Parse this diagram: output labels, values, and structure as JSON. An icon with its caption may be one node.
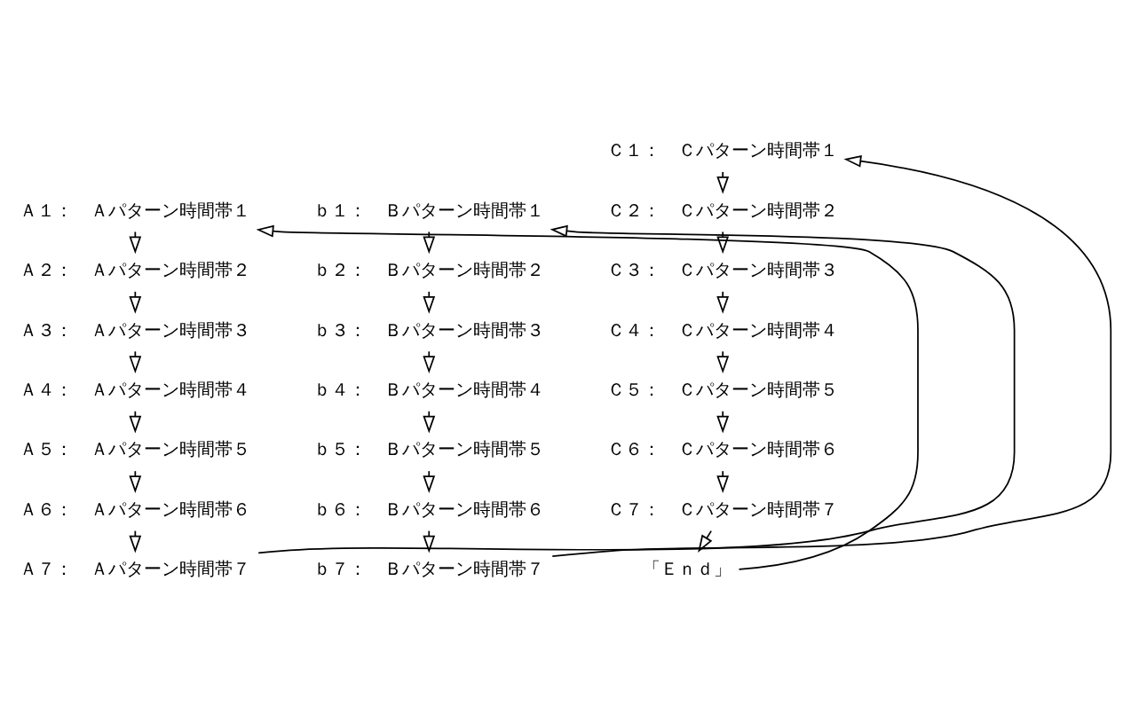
{
  "diagram": {
    "nodes": [
      {
        "text": [
          "Ａ１：　Ａパターン時間帯１"
        ]
      },
      {
        "text": [
          "Ａ２：　Ａパターン時間帯２"
        ]
      },
      {
        "text": [
          "Ａ３：　Ａパターン時間帯３"
        ]
      },
      {
        "text": [
          "Ａ４：　Ａパターン時間帯４"
        ]
      },
      {
        "text": [
          "Ａ５：　Ａパターン時間帯５"
        ]
      },
      {
        "text": [
          "Ａ６：　Ａパターン時間帯６"
        ]
      },
      {
        "text": [
          "Ａ７：　Ａパターン時間帯７"
        ]
      },
      {
        "text": [
          "ｂ１：　Ｂパターン時間帯１"
        ]
      },
      {
        "text": [
          "ｂ２：　Ｂパターン時間帯２"
        ]
      },
      {
        "text": [
          "ｂ３：　Ｂパターン時間帯３"
        ]
      },
      {
        "text": [
          "ｂ４：　Ｂパターン時間帯４"
        ]
      },
      {
        "text": [
          "ｂ５：　Ｂパターン時間帯５"
        ]
      },
      {
        "text": [
          "ｂ６：　Ｂパターン時間帯６"
        ]
      },
      {
        "text": [
          "ｂ７：　Ｂパターン時間帯７"
        ]
      },
      {
        "text": [
          "Ｃ１：　Ｃパターン時間帯１"
        ]
      },
      {
        "text": [
          "Ｃ２：　Ｃパターン時間帯２"
        ]
      },
      {
        "text": [
          "Ｃ３：　Ｃパターン時間帯３"
        ]
      },
      {
        "text": [
          "Ｃ４：　Ｃパターン時間帯４"
        ]
      },
      {
        "text": [
          "Ｃ５：　Ｃパターン時間帯５"
        ]
      },
      {
        "text": [
          "Ｃ６：　Ｃパターン時間帯６"
        ]
      },
      {
        "text": [
          "Ｃ７：　Ｃパターン時間帯７"
        ]
      },
      {
        "text": [
          "「Ｅｎｄ」"
        ]
      }
    ],
    "edges": [
      {
        "from": 0,
        "to": 1,
        "arrow": "to"
      },
      {
        "from": 1,
        "to": 2,
        "arrow": "to"
      },
      {
        "from": 2,
        "to": 3,
        "arrow": "to"
      },
      {
        "from": 3,
        "to": 4,
        "arrow": "to"
      },
      {
        "from": 4,
        "to": 5,
        "arrow": "to"
      },
      {
        "from": 5,
        "to": 6,
        "arrow": "to"
      },
      {
        "from": 6,
        "to": 7,
        "arrow": "to"
      },
      {
        "from": 7,
        "to": 8,
        "arrow": "to"
      },
      {
        "from": 8,
        "to": 9,
        "arrow": "to"
      },
      {
        "from": 9,
        "to": 10,
        "arrow": "to"
      },
      {
        "from": 10,
        "to": 11,
        "arrow": "to"
      },
      {
        "from": 11,
        "to": 12,
        "arrow": "to"
      },
      {
        "from": 12,
        "to": 13,
        "arrow": "to"
      },
      {
        "from": 13,
        "to": 14,
        "arrow": "to"
      },
      {
        "from": 14,
        "to": 15,
        "arrow": "to"
      },
      {
        "from": 15,
        "to": 16,
        "arrow": "to"
      },
      {
        "from": 16,
        "to": 17,
        "arrow": "to"
      },
      {
        "from": 17,
        "to": 18,
        "arrow": "to"
      },
      {
        "from": 18,
        "to": 19,
        "arrow": "to"
      },
      {
        "from": 19,
        "to": 20,
        "arrow": "to"
      },
      {
        "from": 20,
        "to": 21,
        "arrow": "to"
      },
      {
        "from": 21,
        "to": 0,
        "arrow": "to"
      }
    ]
  }
}
